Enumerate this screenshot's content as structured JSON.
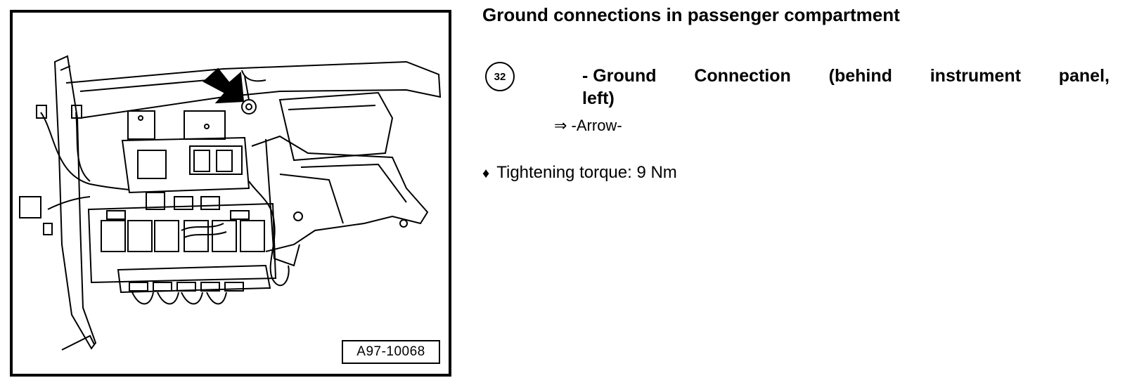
{
  "figure": {
    "image_id": "A97-10068"
  },
  "content": {
    "heading": "Ground connections in passenger compartment",
    "item_number": "32",
    "item_text_line1_words": [
      "- Ground",
      "Connection",
      "(behind",
      "instrument",
      "panel,"
    ],
    "item_text_line2": "left)",
    "reference": "⇒ -Arrow-",
    "spec_bullet": "♦",
    "spec_text": "Tightening torque: 9 Nm"
  }
}
